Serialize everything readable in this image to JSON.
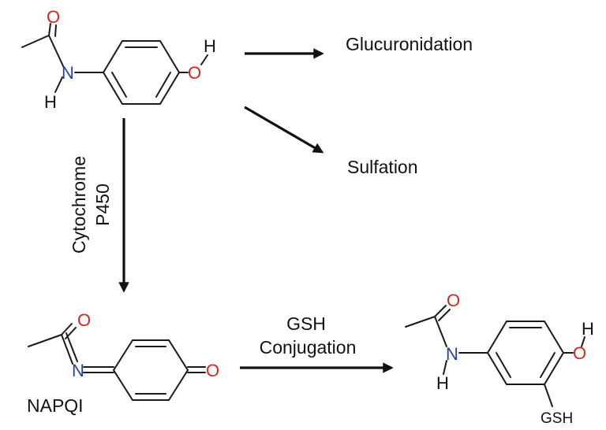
{
  "atoms": {
    "oxygen": "O",
    "nitrogen": "N",
    "hydrogen": "H"
  },
  "labels": {
    "glucuronidation": "Glucuronidation",
    "sulfation": "Sulfation",
    "enzyme_line1": "Cytochrome",
    "enzyme_line2": "P450",
    "napqi": "NAPQI",
    "conjugation_line1": "GSH",
    "conjugation_line2": "Conjugation",
    "gsh_substituent": "GSH"
  },
  "colors": {
    "oxygen": "#d8261d",
    "nitrogen": "#2b3f9e",
    "bond": "#1a1a1a"
  }
}
